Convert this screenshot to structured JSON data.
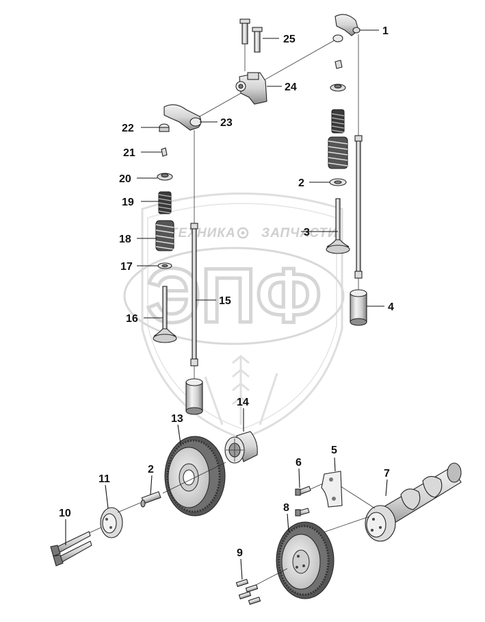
{
  "watermark": {
    "word_left": "ТЕХНИКА",
    "word_right": "ЗАПЧАСТИ",
    "monogram": "ЭПФ"
  },
  "callouts": [
    {
      "id": "c1",
      "text": "1"
    },
    {
      "id": "c25",
      "text": "25"
    },
    {
      "id": "c24",
      "text": "24"
    },
    {
      "id": "c23",
      "text": "23"
    },
    {
      "id": "c22",
      "text": "22"
    },
    {
      "id": "c21",
      "text": "21"
    },
    {
      "id": "c20",
      "text": "20"
    },
    {
      "id": "c2a",
      "text": "2"
    },
    {
      "id": "c19",
      "text": "19"
    },
    {
      "id": "c3",
      "text": "3"
    },
    {
      "id": "c18",
      "text": "18"
    },
    {
      "id": "c17",
      "text": "17"
    },
    {
      "id": "c15",
      "text": "15"
    },
    {
      "id": "c4",
      "text": "4"
    },
    {
      "id": "c16",
      "text": "16"
    },
    {
      "id": "c14",
      "text": "14"
    },
    {
      "id": "c13",
      "text": "13"
    },
    {
      "id": "c5",
      "text": "5"
    },
    {
      "id": "c6",
      "text": "6"
    },
    {
      "id": "c2b",
      "text": "2"
    },
    {
      "id": "c7",
      "text": "7"
    },
    {
      "id": "c11",
      "text": "11"
    },
    {
      "id": "c8",
      "text": "8"
    },
    {
      "id": "c10",
      "text": "10"
    },
    {
      "id": "c9",
      "text": "9"
    }
  ],
  "colors": {
    "line": "#222222",
    "watermark": "#d6d6d6",
    "fill_light": "#f2f2f2",
    "fill_mid": "#cfcfcf",
    "fill_dark": "#8a8a8a"
  }
}
